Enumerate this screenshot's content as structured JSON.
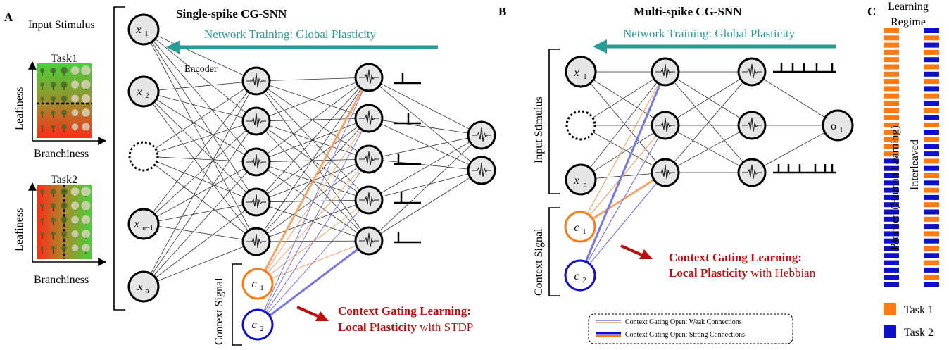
{
  "panels": {
    "a": "A",
    "b": "B",
    "c": "C"
  },
  "panel_a": {
    "input_stimulus": "Input Stimulus",
    "task1": "Task1",
    "task2": "Task2",
    "y_label": "Leafiness",
    "x_label": "Branchiness",
    "title": "Single-spike CG-SNN",
    "training": "Network Training: Global Plasticity",
    "encoder": "Encoder",
    "context_signal": "Context Signal",
    "inputs": {
      "x1": "x",
      "x1_sub": "1",
      "x2": "x",
      "x2_sub": "2",
      "xn1": "x",
      "xn1_sub": "n−1",
      "xn": "x",
      "xn_sub": "n"
    },
    "contexts": {
      "c1": "c",
      "c1_sub": "1",
      "c2": "c",
      "c2_sub": "2"
    },
    "gating_line1": "Context Gating Learning:",
    "gating_line2_bold": "Local Plasticity",
    "gating_line2_rest": " with STDP"
  },
  "panel_b": {
    "title": "Multi-spike CG-SNN",
    "training": "Network Training: Global Plasticity",
    "input_stimulus": "Input Stimulus",
    "context_signal": "Context Signal",
    "inputs": {
      "x1": "x",
      "x1_sub": "1",
      "xn": "x",
      "xn_sub": "n"
    },
    "output": {
      "o1": "o",
      "o1_sub": "1"
    },
    "contexts": {
      "c1": "c",
      "c1_sub": "1",
      "c2": "c",
      "c2_sub": "2"
    },
    "gating_line1": "Context Gating Learning:",
    "gating_line2_bold": "Local Plasticity",
    "gating_line2_rest": " with Hebbian",
    "legend": {
      "weak": "Context Gating Open: Weak Connections",
      "strong": "Context Gating Open: Strong Connections"
    }
  },
  "panel_c": {
    "title_line1": "Learning",
    "title_line2": "Regime",
    "blocked": "Blocked (Human Learning)",
    "interleaved": "Interleaved",
    "task1": "Task 1",
    "task2": "Task 2",
    "blocked_sequence": [
      "1",
      "1",
      "1",
      "1",
      "1",
      "1",
      "1",
      "1",
      "1",
      "1",
      "1",
      "1",
      "1",
      "1",
      "1",
      "1",
      "1",
      "1",
      "2",
      "2",
      "2",
      "2",
      "2",
      "2",
      "2",
      "2",
      "2",
      "2",
      "2",
      "2",
      "2",
      "2",
      "2",
      "2",
      "2",
      "2"
    ],
    "interleaved_sequence": [
      "2",
      "1",
      "2",
      "1",
      "2",
      "1",
      "2",
      "1",
      "2",
      "1",
      "2",
      "1",
      "2",
      "1",
      "2",
      "1",
      "2",
      "2",
      "1",
      "2",
      "1",
      "2",
      "1",
      "2",
      "1",
      "2",
      "1",
      "2",
      "1",
      "2",
      "1",
      "2",
      "1",
      "2",
      "1",
      "2"
    ]
  },
  "colors": {
    "task1": "#ff7a12",
    "task2": "#1010c8",
    "teal": "#2a9a96",
    "red": "#b80f0f",
    "weak_blue": "#7777e0",
    "weak_orange": "#f4a36a"
  }
}
